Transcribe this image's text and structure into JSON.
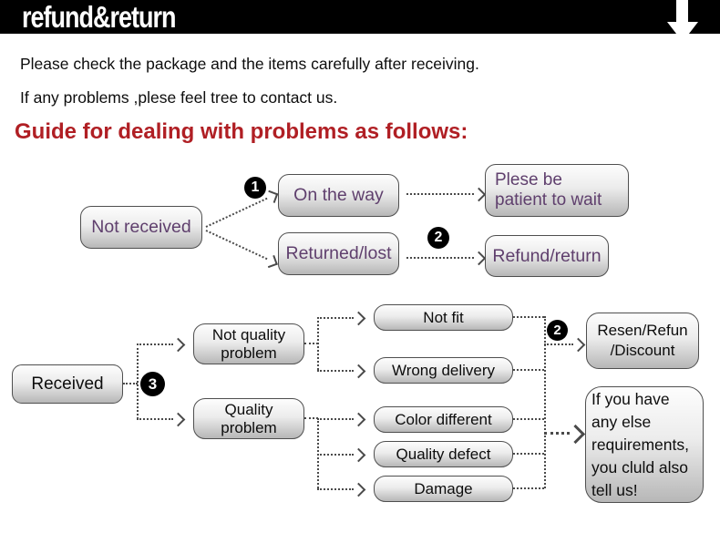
{
  "header": {
    "title": "refund&return",
    "arrow_icon": "down-arrow",
    "bg_color": "#000000"
  },
  "intro": {
    "line1": "Please check the package and the items carefully after receiving.",
    "line2": "If any problems ,plese feel tree to contact us."
  },
  "guide_heading": "Guide for dealing with problems as follows:",
  "colors": {
    "heading_red": "#b01f24",
    "flow1_text_purple": "#5f3f6d",
    "box_border_gray": "#4f4f4f",
    "connector_gray": "#4a4a4a"
  },
  "flow1": {
    "not_received": "Not received",
    "on_the_way": "On the way",
    "returned_lost": "Returned/lost",
    "patient_wait": {
      "lines": [
        "Plese be",
        "patient to wait"
      ]
    },
    "refund_return": "Refund/return",
    "badge1": "1",
    "badge2": "2"
  },
  "flow2": {
    "received": "Received",
    "badge3": "3",
    "not_quality_problem": {
      "lines": [
        "Not quality",
        "problem"
      ]
    },
    "quality_problem": {
      "lines": [
        "Quality",
        "problem"
      ]
    },
    "not_fit": "Not fit",
    "wrong_delivery": "Wrong delivery",
    "color_different": "Color different",
    "quality_defect": "Quality defect",
    "damage": "Damage",
    "badge2": "2",
    "resen_refun": {
      "lines": [
        "Resen/Refun",
        "/Discount"
      ]
    },
    "any_else": {
      "lines": [
        "If you have",
        "any else",
        "requirements,",
        "you cluld also",
        "tell us!"
      ]
    }
  }
}
